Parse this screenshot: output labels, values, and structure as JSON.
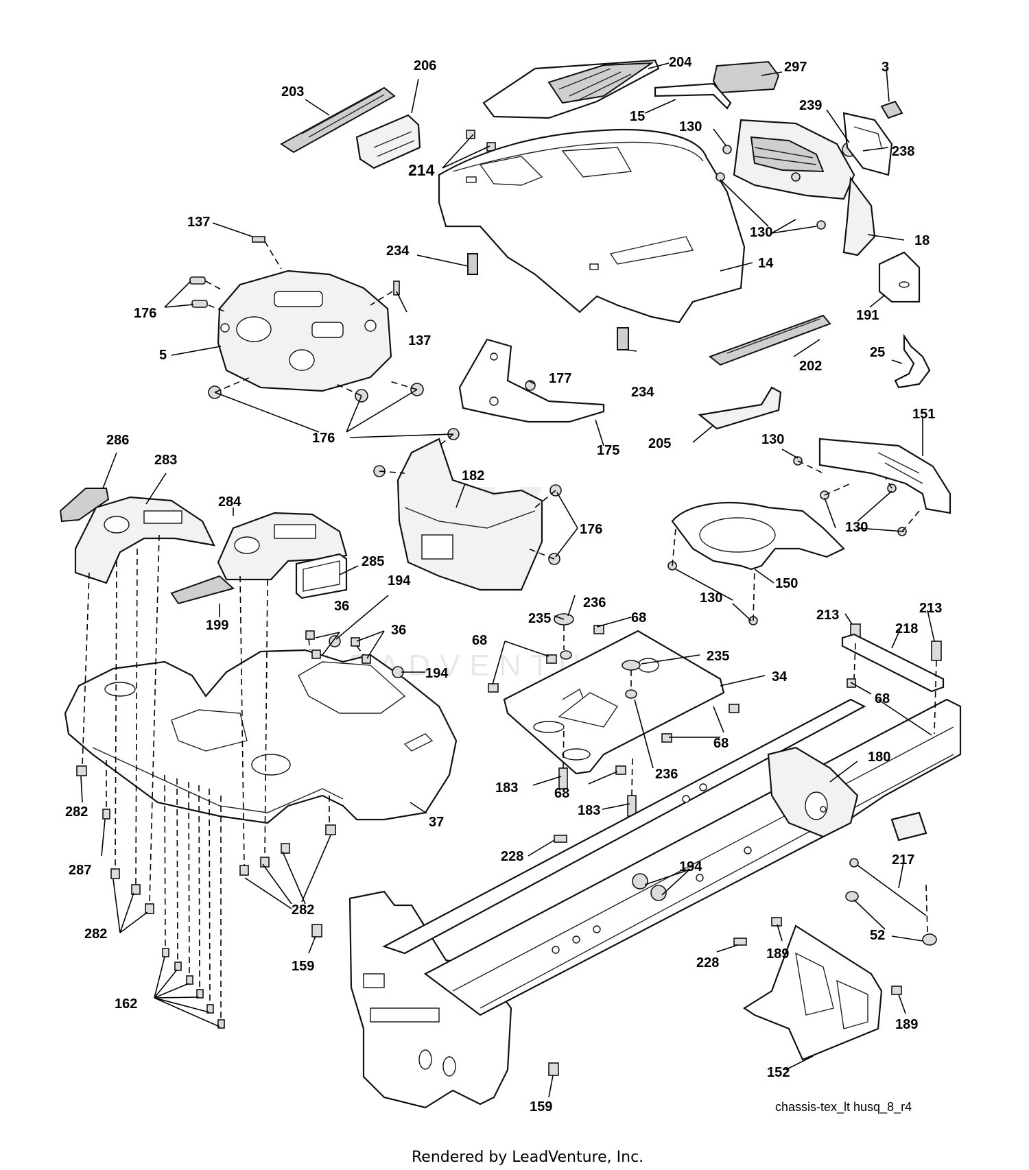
{
  "diagram": {
    "callouts": {
      "p203": "203",
      "p206": "206",
      "p204": "204",
      "p297": "297",
      "p3": "3",
      "p15": "15",
      "p130a": "130",
      "p239": "239",
      "p238": "238",
      "p214": "214",
      "p137a": "137",
      "p234a": "234",
      "p130b": "130",
      "p18": "18",
      "p14": "14",
      "p176a": "176",
      "p137b": "137",
      "p5": "5",
      "p191": "191",
      "p177": "177",
      "p234b": "234",
      "p202": "202",
      "p25": "25",
      "p176b": "176",
      "p286": "286",
      "p283": "283",
      "p284": "284",
      "p182": "182",
      "p175": "175",
      "p205": "205",
      "p130c": "130",
      "p151": "151",
      "p176c": "176",
      "p130d": "130",
      "p150": "150",
      "p285": "285",
      "p199": "199",
      "p36a": "36",
      "p194a": "194",
      "p36b": "36",
      "p236a": "236",
      "p235a": "235",
      "p68a": "68",
      "p68b": "68",
      "p235b": "235",
      "p34": "34",
      "p194b": "194",
      "p130e": "130",
      "p213a": "213",
      "p213b": "213",
      "p218": "218",
      "p68c": "68",
      "p68d": "68",
      "p180": "180",
      "p183a": "183",
      "p68e": "68",
      "p236b": "236",
      "p183b": "183",
      "p282a": "282",
      "p37": "37",
      "p287": "287",
      "p228a": "228",
      "p194c": "194",
      "p217": "217",
      "p282b": "282",
      "p282c": "282",
      "p52": "52",
      "p189a": "189",
      "p159a": "159",
      "p228b": "228",
      "p189b": "189",
      "p162": "162",
      "p152": "152",
      "p159b": "159"
    },
    "reference_code": "chassis-tex_lt husq_8_r4",
    "watermark": "LEADVENTURE"
  },
  "footer": {
    "rendered_by": "Rendered by LeadVenture, Inc."
  }
}
